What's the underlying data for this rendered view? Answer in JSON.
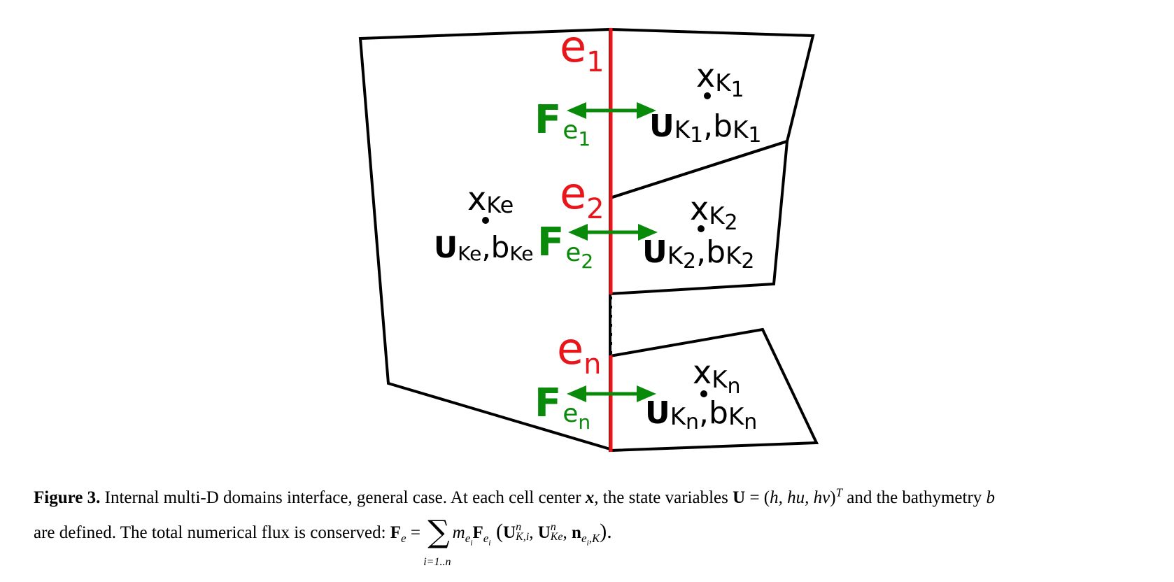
{
  "diagram": {
    "edges": [
      {
        "base": "e",
        "sub": "1"
      },
      {
        "base": "e",
        "sub": "2"
      },
      {
        "base": "e",
        "sub": "n"
      }
    ],
    "fluxes": [
      {
        "base": "F",
        "sub": "e",
        "subsub": "1"
      },
      {
        "base": "F",
        "sub": "e",
        "subsub": "2"
      },
      {
        "base": "F",
        "sub": "e",
        "subsub": "n"
      }
    ],
    "left_cell": {
      "x": "x",
      "x_sub": "Ke",
      "u": "U",
      "u_sub": "Ke",
      "sep": ",",
      "b": "b",
      "b_sub": "Ke"
    },
    "right_cells": [
      {
        "x": "x",
        "x_sub": "K",
        "x_subsub": "1",
        "u": "U",
        "u_sub": "K",
        "u_subsub": "1",
        "sep": ",",
        "b": "b",
        "b_sub": "K",
        "b_subsub": "1"
      },
      {
        "x": "x",
        "x_sub": "K",
        "x_subsub": "2",
        "u": "U",
        "u_sub": "K",
        "u_subsub": "2",
        "sep": ",",
        "b": "b",
        "b_sub": "K",
        "b_subsub": "2"
      },
      {
        "x": "x",
        "x_sub": "K",
        "x_subsub": "n",
        "u": "U",
        "u_sub": "K",
        "u_subsub": "n",
        "sep": ",",
        "b": "b",
        "b_sub": "K",
        "b_subsub": "n"
      }
    ],
    "colors": {
      "interface": "#e8161b",
      "flux": "#0a8a0a",
      "outline": "#000000"
    }
  },
  "caption": {
    "label": "Figure 3.",
    "text_1": " Internal multi-D domains interface, general case. At each cell center ",
    "x": "x",
    "text_2": ", the state variables ",
    "U": "U",
    "eq": " = (",
    "state": "h, hu, hv",
    "close": ")",
    "T": "T",
    "text_3": " and the bathymetry ",
    "b": "b",
    "text_4": " are defined. The total numerical flux is conserved: ",
    "Fe": "F",
    "Fe_sub": "e",
    "eq2": " = ",
    "sum_symbol": "∑",
    "sum_limits": "i=1..n",
    "m": "m",
    "m_sub": "e",
    "m_subsub": "i",
    "F": "F",
    "F_sub": "e",
    "F_subsub": "i",
    "open": " (",
    "U1": "U",
    "U1_sup": "n",
    "U1_sub": "K,i",
    "comma": ", ",
    "U2": "U",
    "U2_sup": "n",
    "U2_sub": "Ke",
    "n": "n",
    "n_sub": "e",
    "n_subsub": "i",
    "n_sub2": ",K",
    "end": ")."
  }
}
